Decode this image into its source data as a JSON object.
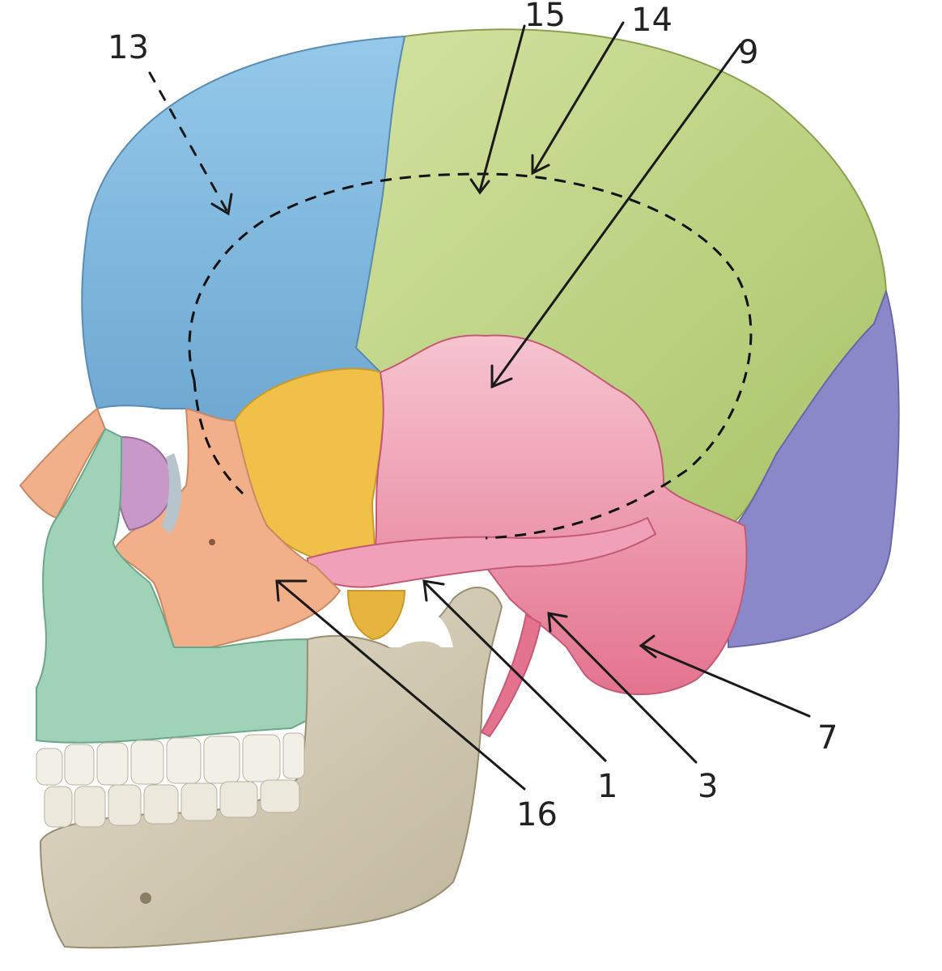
{
  "diagram": {
    "callouts": [
      {
        "id": "c13",
        "label": "13"
      },
      {
        "id": "c15",
        "label": "15"
      },
      {
        "id": "c14",
        "label": "14"
      },
      {
        "id": "c9",
        "label": "9"
      },
      {
        "id": "c7",
        "label": "7"
      },
      {
        "id": "c3",
        "label": "3"
      },
      {
        "id": "c1",
        "label": "1"
      },
      {
        "id": "c16",
        "label": "16"
      }
    ],
    "colors": {
      "frontal": "#8cc4e6",
      "parietal": "#c4d98a",
      "occipital": "#8a88c8",
      "temporal": "#ec8ea8",
      "sphenoid": "#f0c048",
      "zygomatic": "#f2b08a",
      "nasal": "#f2b08a",
      "lacrimal": "#c898c8",
      "maxilla": "#9fd2b6",
      "mandible": "#d8d0bc",
      "teeth": "#f2efe6",
      "leader": "#1a1a1a"
    }
  }
}
